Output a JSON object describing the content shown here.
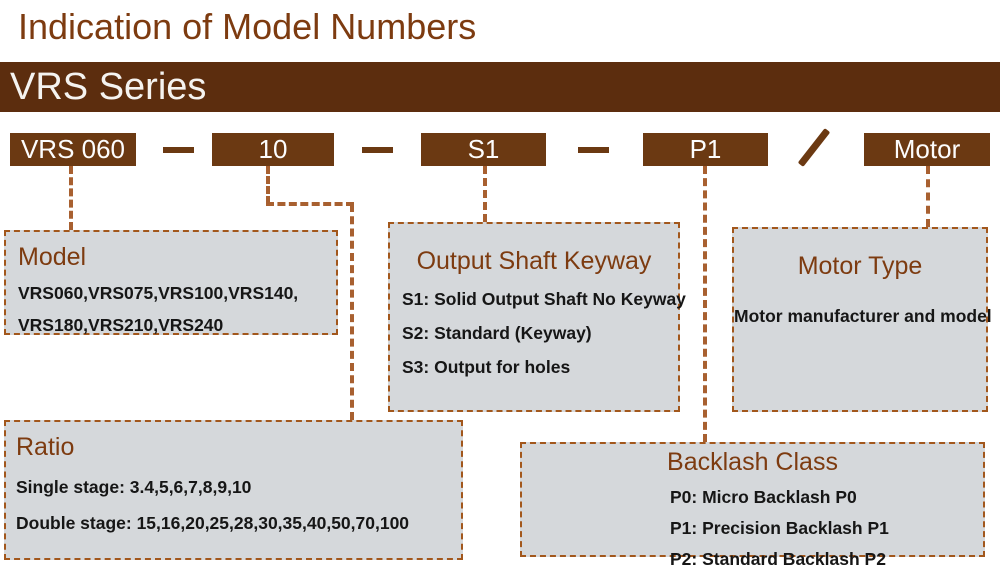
{
  "header": {
    "title": "Indication of Model Numbers",
    "series": "VRS Series"
  },
  "code": {
    "segments": [
      "VRS 060",
      "10",
      "S1",
      "P1",
      "Motor"
    ],
    "separators": [
      "-",
      "-",
      "-",
      "/"
    ]
  },
  "boxes": {
    "model": {
      "title": "Model",
      "lines": [
        "VRS060,VRS075,VRS100,VRS140,",
        "VRS180,VRS210,VRS240"
      ]
    },
    "ratio": {
      "title": "Ratio",
      "lines": [
        "Single stage: 3.4,5,6,7,8,9,10",
        "Double stage: 15,16,20,25,28,30,35,40,50,70,100"
      ]
    },
    "keyway": {
      "title": "Output Shaft Keyway",
      "lines": [
        "S1: Solid Output Shaft No Keyway",
        "S2: Standard (Keyway)",
        "S3: Output for holes"
      ]
    },
    "backlash": {
      "title": "Backlash Class",
      "lines": [
        "P0: Micro Backlash P0",
        "P1: Precision Backlash P1",
        "P2: Standard Backlash P2"
      ]
    },
    "motor_type": {
      "title": "Motor Type",
      "lines": [
        "Motor manufacturer and model"
      ]
    }
  },
  "colors": {
    "banner_brown": "#5c2d0e",
    "segment_brown": "#6b3912",
    "heading_text_brown": "#7d3b10",
    "dashed_border_brown": "#a2571c",
    "connector_brown": "#a86030",
    "panel_fill_gray": "#d5d8db"
  }
}
